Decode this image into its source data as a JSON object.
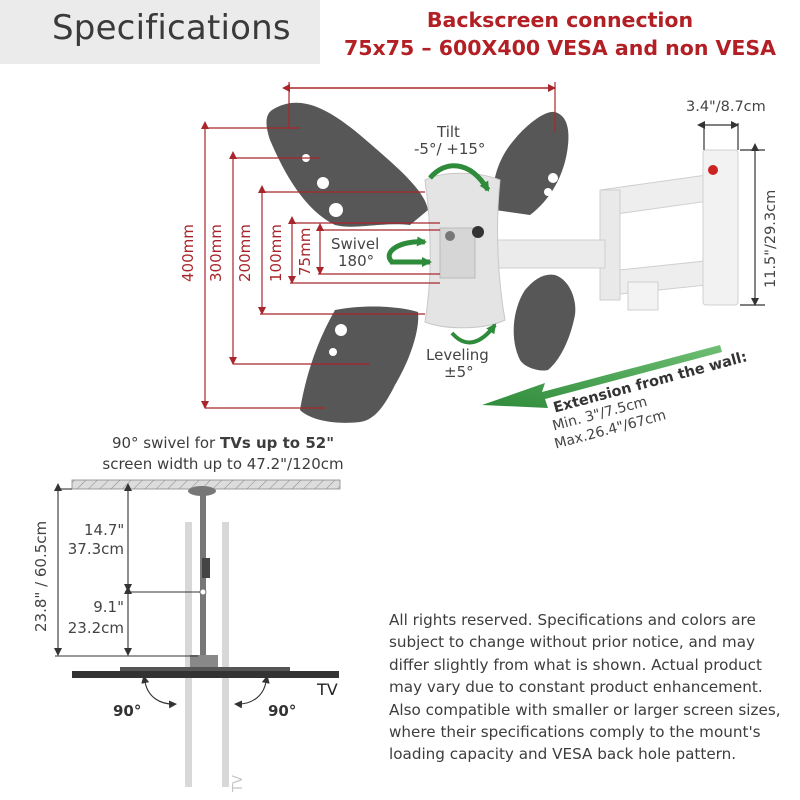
{
  "page": {
    "title": "Specifications"
  },
  "backscreen": {
    "line1": "Backscreen connection",
    "line2": "75x75 – 600X400 VESA and non VESA"
  },
  "vesa_dimensions": {
    "d400": "400mm",
    "d300": "300mm",
    "d200": "200mm",
    "d100": "100mm",
    "d75": "75mm"
  },
  "motions": {
    "tilt_label": "Tilt",
    "tilt_value": "-5°/ +15°",
    "swivel_label": "Swivel",
    "swivel_value": "180°",
    "leveling_label": "Leveling",
    "leveling_value": "±5°"
  },
  "wall_plate": {
    "width": "3.4\"/8.7cm",
    "height": "11.5\"/29.3cm"
  },
  "extension": {
    "heading": "Extension from the wall:",
    "min": "Min. 3\"/7.5cm",
    "max": "Max.26.4\"/67cm"
  },
  "top_view": {
    "line1_prefix": "90° swivel for ",
    "line1_bold": "TVs up to 52\"",
    "line2": "screen width up to 47.2\"/120cm",
    "total_depth": "23.8\" / 60.5cm",
    "upper_in": "14.7\"",
    "upper_cm": "37.3cm",
    "lower_in": "9.1\"",
    "lower_cm": "23.2cm",
    "angle_left": "90°",
    "angle_right": "90°",
    "tv_label": "TV",
    "tv_label_rotated": "TV"
  },
  "disclaimer": "All rights reserved. Specifications and colors are subject to change without prior notice, and may differ slightly from what is shown. Actual product may vary due to constant product enhancement. Also compatible with smaller or larger screen sizes, where their specifications comply to the mount's loading capacity and VESA back hole pattern.",
  "colors": {
    "accent_red": "#b21f24",
    "dimension_red": "#a8262b",
    "motion_green": "#2e8b3a",
    "plate_gray": "#555555",
    "mount_white": "#e6e6e6",
    "title_bg": "#ebebeb"
  }
}
